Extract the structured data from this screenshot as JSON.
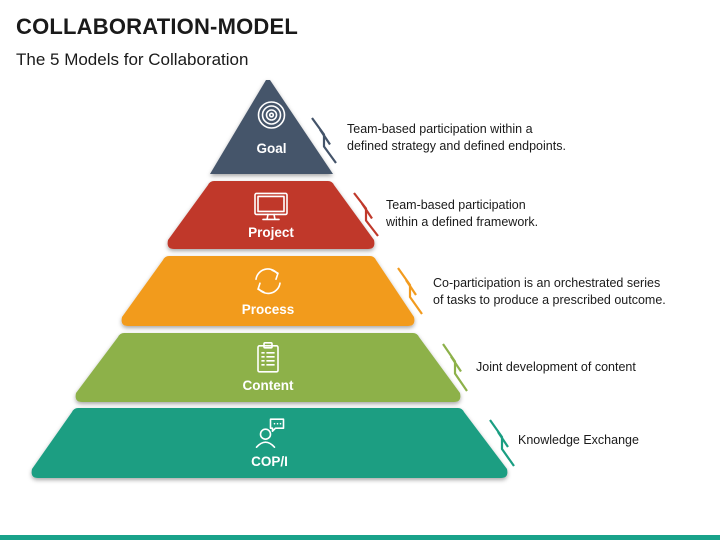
{
  "header": {
    "title": "COLLABORATION-MODEL",
    "subtitle": "The 5 Models for Collaboration"
  },
  "levels": [
    {
      "label": "Goal",
      "icon": "target-icon",
      "color": "#44546a",
      "description": "Team-based participation within a\ndefined strategy and defined endpoints."
    },
    {
      "label": "Project",
      "icon": "monitor-icon",
      "color": "#c0392b",
      "description": "Team-based participation\nwithin a defined framework."
    },
    {
      "label": "Process",
      "icon": "cycle-icon",
      "color": "#f29b1f",
      "description": "Co-participation is an orchestrated series\nof tasks to produce a prescribed outcome."
    },
    {
      "label": "Content",
      "icon": "clipboard-icon",
      "color": "#8db14a",
      "description": "Joint development of content"
    },
    {
      "label": "COP/I",
      "icon": "person-chat-icon",
      "color": "#1a9e82",
      "description": "Knowledge Exchange"
    }
  ],
  "colors": {
    "bottom_bar": "#19a28a"
  }
}
